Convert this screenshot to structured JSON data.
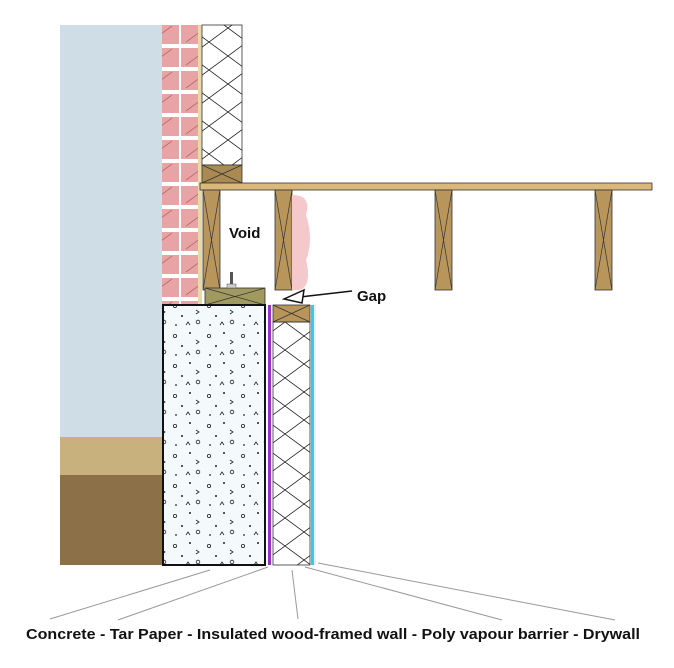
{
  "labels": {
    "void": "Void",
    "gap": "Gap",
    "caption": "Concrete - Tar Paper - Insulated wood-framed wall - Poly vapour barrier - Drywall"
  },
  "colors": {
    "siding": "#cfdde6",
    "brick": "#e8a4a4",
    "wood": "#b8955a",
    "sill": "#a09a60",
    "soil": "#8c7048",
    "tar_paper": "#9b30c8",
    "poly": "#38c8e8"
  }
}
